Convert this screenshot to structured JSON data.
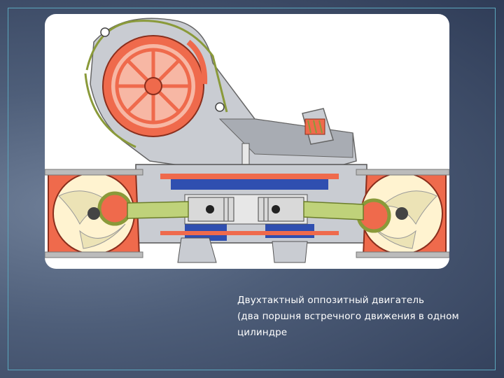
{
  "slide": {
    "caption_line1": "Двухтактный оппозитный двигатель",
    "caption_line2": "(два поршня встречного движения в одном",
    "caption_line3": "цилиндре"
  },
  "colors": {
    "background": "#3d4b66",
    "frame": "#5ba7bd",
    "engine_red": "#ef6a4c",
    "engine_grey": "#b9bcc2",
    "coolant_blue": "#2f4fb0",
    "rod_green": "#9ab34a",
    "caption_text": "#ffffff"
  },
  "figure": {
    "subject": "opposed-piston two-stroke engine cutaway"
  }
}
